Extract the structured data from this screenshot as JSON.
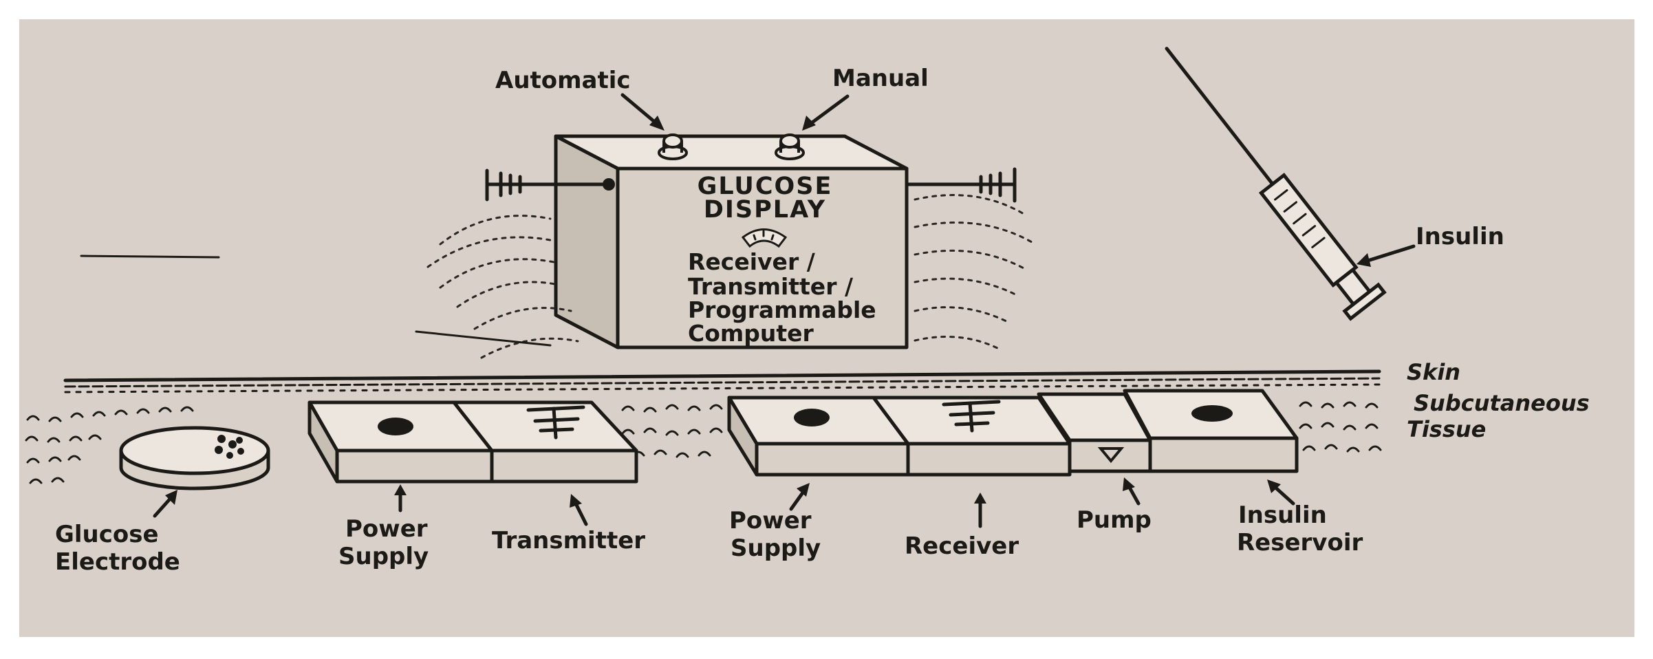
{
  "colors": {
    "background": "#ffffff",
    "paper": "#ddd5ce",
    "ink": "#1c1a17"
  },
  "display_unit": {
    "title_line1": "GLUCOSE",
    "title_line2": "DISPLAY",
    "line3": "Receiver /",
    "line4": "Transmitter /",
    "line5": "Programmable",
    "line6": "Computer"
  },
  "labels": {
    "automatic": "Automatic",
    "manual": "Manual",
    "insulin": "Insulin",
    "skin": "Skin",
    "subcutaneous_line1": "Subcutaneous",
    "subcutaneous_line2": "Tissue",
    "glucose_electrode_line1": "Glucose",
    "glucose_electrode_line2": "Electrode",
    "power_supply_1_line1": "Power",
    "power_supply_1_line2": "Supply",
    "transmitter": "Transmitter",
    "power_supply_2_line1": "Power",
    "power_supply_2_line2": "Supply",
    "receiver": "Receiver",
    "pump": "Pump",
    "insulin_reservoir_line1": "Insulin",
    "insulin_reservoir_line2": "Reservoir"
  }
}
